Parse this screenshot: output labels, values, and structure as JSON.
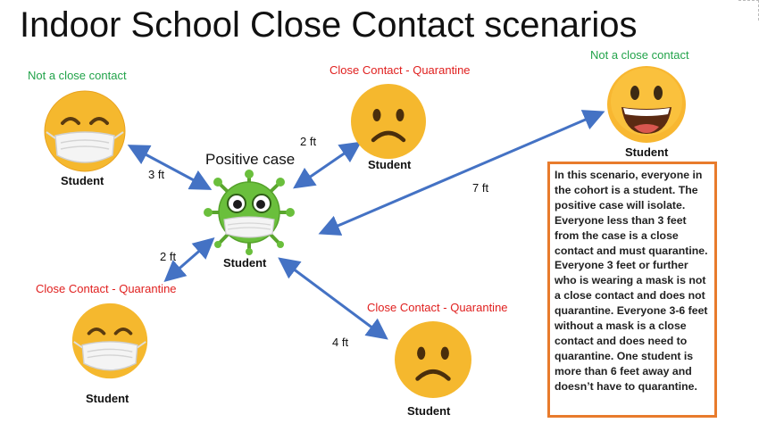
{
  "title": "Indoor School Close Contact scenarios",
  "colors": {
    "ok": "#22a34a",
    "bad": "#e0201f",
    "arrow": "#4472c4",
    "note_border": "#e87b2c",
    "face": "#f5a623",
    "virus": "#6abf3c"
  },
  "center": {
    "label": "Positive case",
    "student": "Student"
  },
  "contacts": [
    {
      "status": "Not a close contact",
      "student": "Student",
      "distance": "3 ft",
      "icon": "masked-smiling-face-icon"
    },
    {
      "status": "Close Contact - Quarantine",
      "student": "Student",
      "distance": "2 ft",
      "icon": "sad-face-icon"
    },
    {
      "status": "Not a close contact",
      "student": "Student",
      "distance": "7 ft",
      "icon": "grinning-face-icon"
    },
    {
      "status": "Close Contact - Quarantine",
      "student": "Student",
      "distance": "2 ft",
      "icon": "masked-smiling-face-icon"
    },
    {
      "status": "Close Contact - Quarantine",
      "student": "Student",
      "distance": "4 ft",
      "icon": "sad-face-icon"
    }
  ],
  "note": "In this scenario, everyone in the cohort is a student. The positive case will isolate. Everyone less than 3 feet from the case is a close contact and must quarantine. Everyone 3 feet or further who is wearing a mask is not a close contact and does not quarantine. Everyone 3-6 feet without a mask is a close contact and does need to quarantine. One student is more than 6 feet away and doesn’t have to quarantine."
}
